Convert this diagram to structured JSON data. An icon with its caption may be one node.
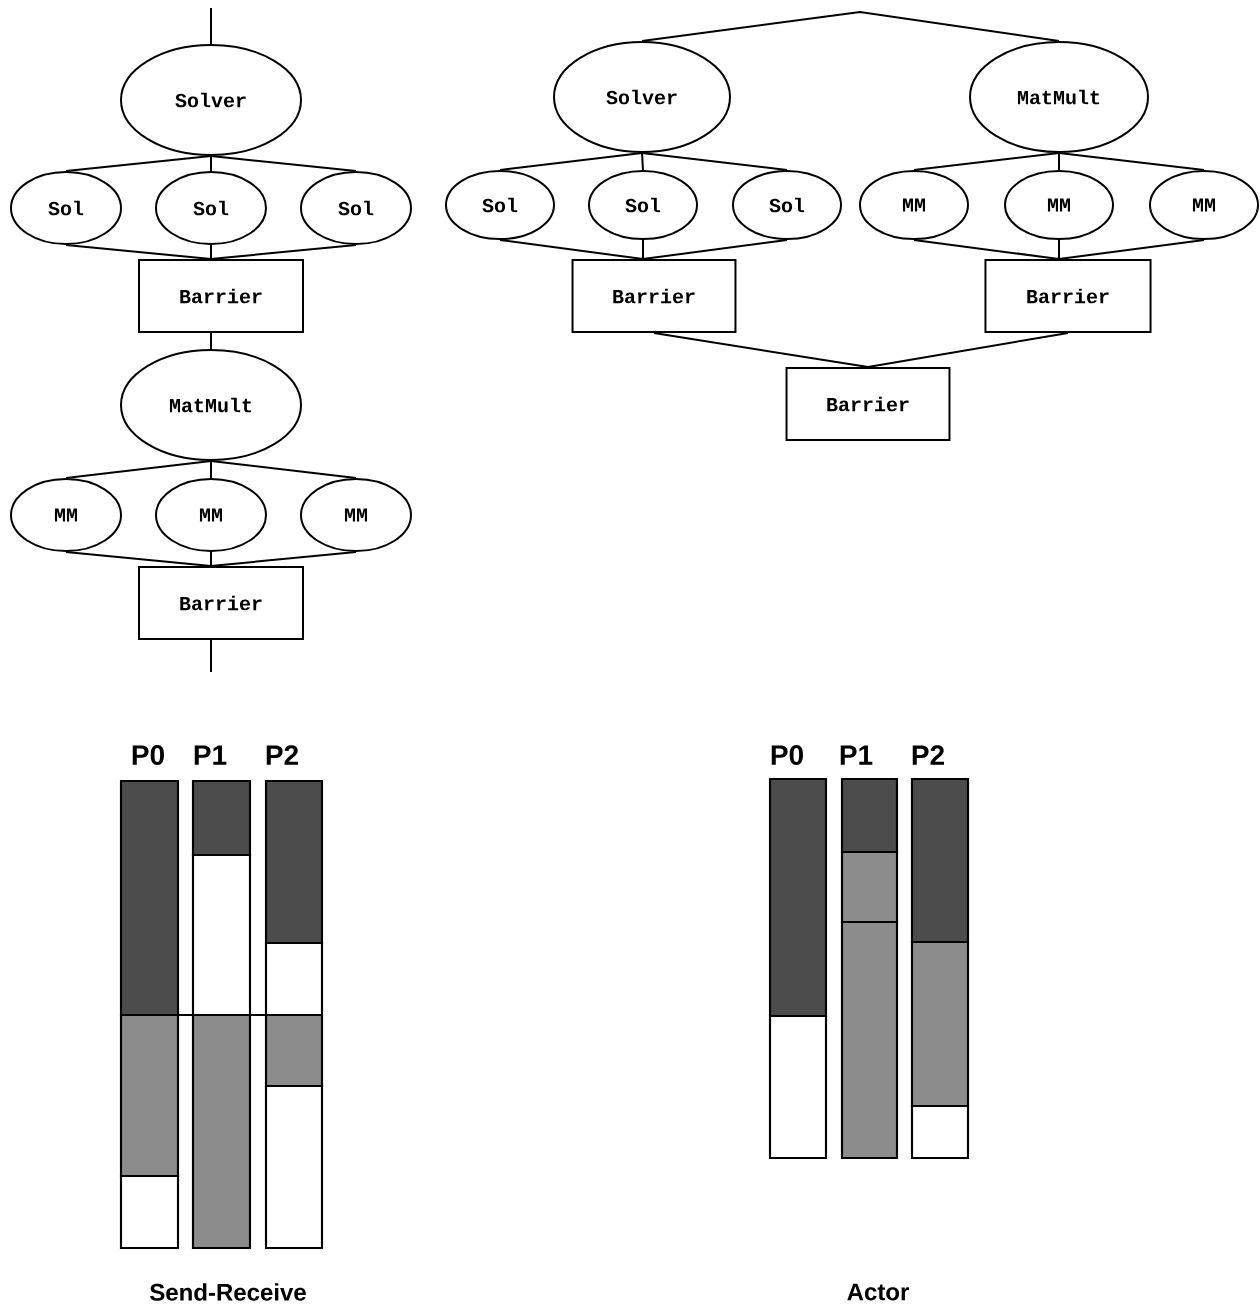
{
  "diagram": {
    "nodes": [
      {
        "text": [
          "Solver"
        ]
      },
      {
        "text": [
          "Sol"
        ]
      },
      {
        "text": [
          "Sol"
        ]
      },
      {
        "text": [
          "Sol"
        ]
      },
      {
        "text": [
          "Barrier"
        ]
      },
      {
        "text": [
          "MatMult"
        ]
      },
      {
        "text": [
          "MM"
        ]
      },
      {
        "text": [
          "MM"
        ]
      },
      {
        "text": [
          "MM"
        ]
      },
      {
        "text": [
          "Barrier"
        ]
      },
      {
        "text": [
          "Solver"
        ]
      },
      {
        "text": [
          "MatMult"
        ]
      },
      {
        "text": [
          "Sol"
        ]
      },
      {
        "text": [
          "Sol"
        ]
      },
      {
        "text": [
          "Sol"
        ]
      },
      {
        "text": [
          "MM"
        ]
      },
      {
        "text": [
          "MM"
        ]
      },
      {
        "text": [
          "MM"
        ]
      },
      {
        "text": [
          "Barrier"
        ]
      },
      {
        "text": [
          "Barrier"
        ]
      },
      {
        "text": [
          "Barrier"
        ]
      }
    ],
    "edges": [
      {
        "from": null,
        "to": 0,
        "arrow": "none"
      },
      {
        "from": 0,
        "to": 1,
        "arrow": "none"
      },
      {
        "from": 0,
        "to": 2,
        "arrow": "none"
      },
      {
        "from": 0,
        "to": 3,
        "arrow": "none"
      },
      {
        "from": 1,
        "to": 4,
        "arrow": "none"
      },
      {
        "from": 2,
        "to": 4,
        "arrow": "none"
      },
      {
        "from": 3,
        "to": 4,
        "arrow": "none"
      },
      {
        "from": 4,
        "to": 5,
        "arrow": "none"
      },
      {
        "from": 5,
        "to": 6,
        "arrow": "none"
      },
      {
        "from": 5,
        "to": 7,
        "arrow": "none"
      },
      {
        "from": 5,
        "to": 8,
        "arrow": "none"
      },
      {
        "from": 6,
        "to": 9,
        "arrow": "none"
      },
      {
        "from": 7,
        "to": 9,
        "arrow": "none"
      },
      {
        "from": 8,
        "to": 9,
        "arrow": "none"
      },
      {
        "from": 9,
        "to": null,
        "arrow": "none"
      },
      {
        "from": 10,
        "to": 11,
        "arrow": "none"
      },
      {
        "from": 10,
        "to": 12,
        "arrow": "none"
      },
      {
        "from": 10,
        "to": 13,
        "arrow": "none"
      },
      {
        "from": 10,
        "to": 14,
        "arrow": "none"
      },
      {
        "from": 11,
        "to": 15,
        "arrow": "none"
      },
      {
        "from": 11,
        "to": 16,
        "arrow": "none"
      },
      {
        "from": 11,
        "to": 17,
        "arrow": "none"
      },
      {
        "from": 12,
        "to": 18,
        "arrow": "none"
      },
      {
        "from": 13,
        "to": 18,
        "arrow": "none"
      },
      {
        "from": 14,
        "to": 18,
        "arrow": "none"
      },
      {
        "from": 15,
        "to": 19,
        "arrow": "none"
      },
      {
        "from": 16,
        "to": 19,
        "arrow": "none"
      },
      {
        "from": 17,
        "to": 19,
        "arrow": "none"
      },
      {
        "from": 18,
        "to": 20,
        "arrow": "none"
      },
      {
        "from": 19,
        "to": 20,
        "arrow": "none"
      }
    ],
    "labels": [
      "P0",
      "P1",
      "P2",
      "P0",
      "P1",
      "P2",
      "Send-Receive",
      "Actor"
    ]
  }
}
